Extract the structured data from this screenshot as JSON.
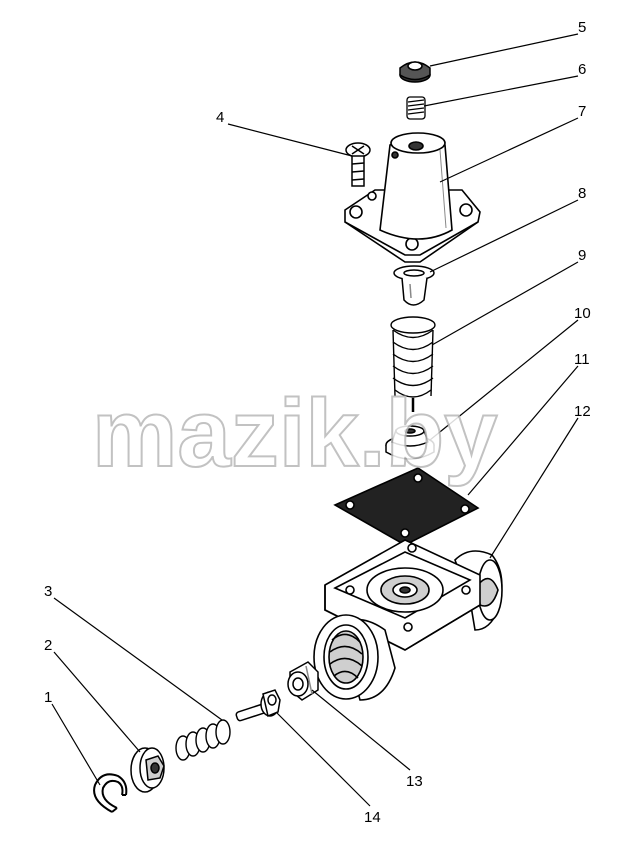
{
  "diagram": {
    "callouts": [
      "1",
      "2",
      "3",
      "4",
      "5",
      "6",
      "7",
      "8",
      "9",
      "10",
      "11",
      "12",
      "13",
      "14"
    ]
  },
  "watermark": {
    "text": "mazik.by"
  },
  "colors": {
    "line": "#000000",
    "fill": "#ffffff",
    "shade": "#cfcfcf",
    "dark": "#333333"
  }
}
